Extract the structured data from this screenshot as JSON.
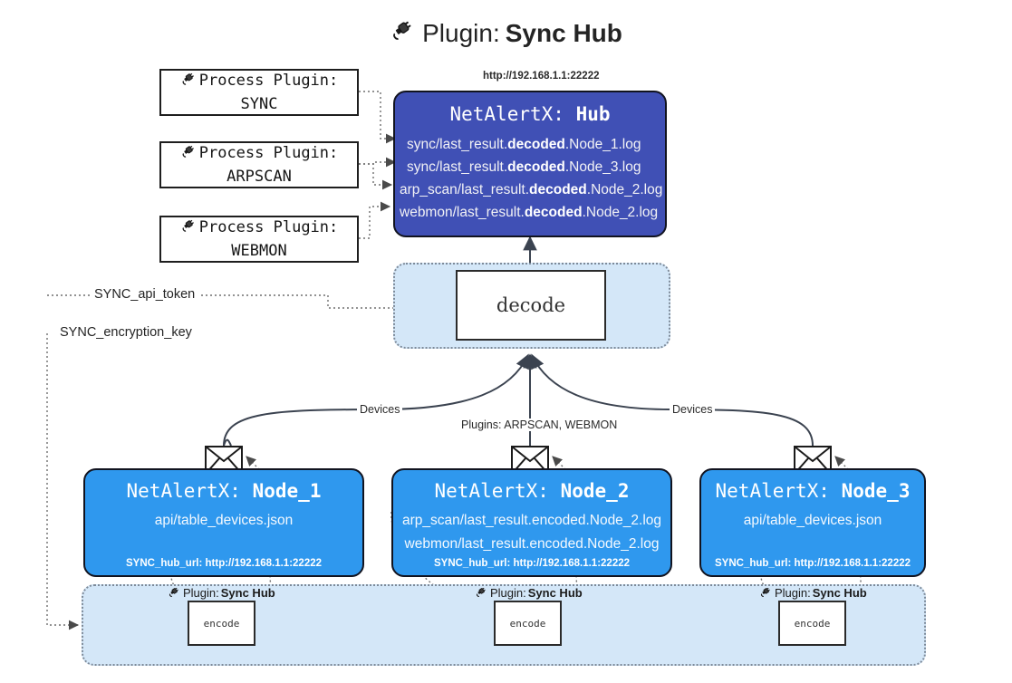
{
  "page": {
    "title_prefix": "Plugin:",
    "title_name": "Sync Hub",
    "title_icon": "plug-icon"
  },
  "process_plugins": [
    {
      "line1": "Process Plugin:",
      "line2": "SYNC",
      "icon": "plug-icon"
    },
    {
      "line1": "Process Plugin:",
      "line2": "ARPSCAN",
      "icon": "plug-icon"
    },
    {
      "line1": "Process Plugin:",
      "line2": "WEBMON",
      "icon": "plug-icon"
    }
  ],
  "hub": {
    "url_label": "http://192.168.1.1:22222",
    "title_prefix": "NetAlertX:",
    "title_name": "Hub",
    "log_lines": [
      {
        "pre": "sync/last_result.",
        "mid": "decoded",
        "post": ".Node_1.log"
      },
      {
        "pre": "sync/last_result.",
        "mid": "decoded",
        "post": ".Node_3.log"
      },
      {
        "pre": "arp_scan/last_result.",
        "mid": "decoded",
        "post": ".Node_2.log"
      },
      {
        "pre": "webmon/last_result.",
        "mid": "decoded",
        "post": ".Node_2.log"
      }
    ]
  },
  "decode": {
    "label": "decode"
  },
  "tokens": {
    "api_token": "SYNC_api_token",
    "encryption_key": "SYNC_encryption_key"
  },
  "edge_labels": {
    "devices_left": "Devices",
    "devices_right": "Devices",
    "plugins_center": "Plugins: ARPSCAN, WEBMON"
  },
  "nodes": [
    {
      "title_prefix": "NetAlertX:",
      "title_name": "Node_1",
      "icon": "envelope-icon",
      "lines": [
        {
          "pre": "api/table_devices.json",
          "mid": "",
          "post": ""
        }
      ],
      "footer": "SYNC_hub_url: http://192.168.1.1:22222"
    },
    {
      "title_prefix": "NetAlertX:",
      "title_name": "Node_2",
      "icon": "envelope-icon",
      "lines": [
        {
          "pre": "arp_scan/last_result.encoded.Node_2.log",
          "mid": "",
          "post": ""
        },
        {
          "pre": "webmon/last_result.encoded.Node_2.log",
          "mid": "",
          "post": ""
        }
      ],
      "footer": "SYNC_hub_url: http://192.168.1.1:22222"
    },
    {
      "title_prefix": "NetAlertX:",
      "title_name": "Node_3",
      "icon": "envelope-icon",
      "lines": [
        {
          "pre": "api/table_devices.json",
          "mid": "",
          "post": ""
        }
      ],
      "footer": "SYNC_hub_url: http://192.168.1.1:22222"
    }
  ],
  "encoders": [
    {
      "caption_prefix": "Plugin:",
      "caption_name": "Sync Hub",
      "box_label": "encode",
      "icon": "plug-icon"
    },
    {
      "caption_prefix": "Plugin:",
      "caption_name": "Sync Hub",
      "box_label": "encode",
      "icon": "plug-icon"
    },
    {
      "caption_prefix": "Plugin:",
      "caption_name": "Sync Hub",
      "box_label": "encode",
      "icon": "plug-icon"
    }
  ],
  "colors": {
    "hub_bg": "#4050b5",
    "node_bg": "#2f98ee",
    "pane_bg": "#d4e7f8",
    "stroke": "#3b4350"
  }
}
